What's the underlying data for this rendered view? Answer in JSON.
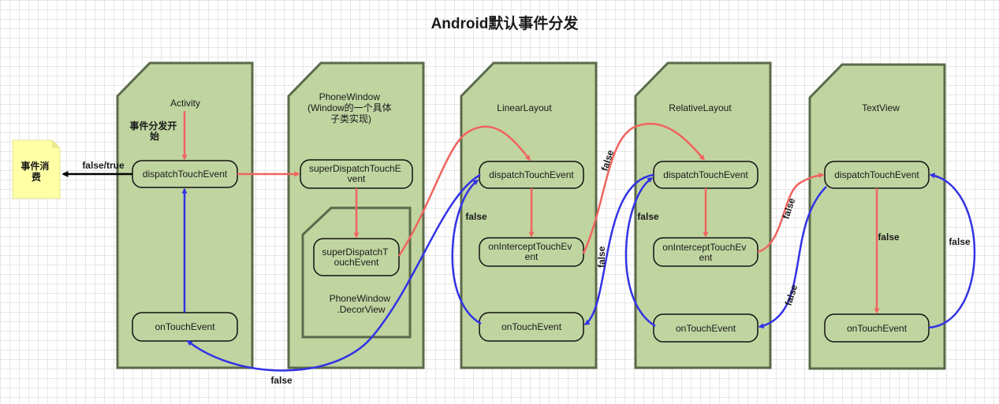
{
  "title": "Android默认事件分发",
  "containers": {
    "activity": "Activity",
    "phone_window_lines": [
      "PhoneWindow",
      "(Window的一个具体",
      "子类实现)"
    ],
    "linear_layout": "LinearLayout",
    "relative_layout": "RelativeLayout",
    "text_view": "TextView",
    "decor_view_lines": [
      "PhoneWindow",
      ".DecorView"
    ]
  },
  "note": {
    "lines": [
      "事件消",
      "费"
    ]
  },
  "start_label_lines": [
    "事件分发开",
    "始"
  ],
  "nodes": {
    "activity_dispatch": [
      "dispatchTouchEvent"
    ],
    "activity_ontouch": [
      "onTouchEvent"
    ],
    "pw_super_dispatch": [
      "superDispatchTouchE",
      "vent"
    ],
    "decor_super_dispatch": [
      "superDispatchT",
      "ouchEvent"
    ],
    "ll_dispatch": [
      "dispatchTouchEvent"
    ],
    "ll_intercept": [
      "onInterceptTouchEv",
      "ent"
    ],
    "ll_ontouch": [
      "onTouchEvent"
    ],
    "rl_dispatch": [
      "dispatchTouchEvent"
    ],
    "rl_intercept": [
      "onInterceptTouchEv",
      "ent"
    ],
    "rl_ontouch": [
      "onTouchEvent"
    ],
    "tv_dispatch": [
      "dispatchTouchEvent"
    ],
    "tv_ontouch": [
      "onTouchEvent"
    ]
  },
  "edge_labels": {
    "to_note": "false/true",
    "bottom_return": "false",
    "ll_return": "false",
    "ll_intercept_to_rl": "false",
    "ll_up": "false",
    "rl_return": "false",
    "rl_intercept_to_tv": "false",
    "rl_up": "false",
    "tv_dispatch_down": "false",
    "tv_return": "false"
  },
  "colors": {
    "container_fill": "#c0d4a0",
    "container_stroke": "#5a6a4a",
    "node_fill": "#c0d4a0",
    "note_fill": "#ffffa6",
    "red_arrow": "#f0645f",
    "blue_arrow": "#3232e6",
    "black_arrow": "#000000"
  }
}
